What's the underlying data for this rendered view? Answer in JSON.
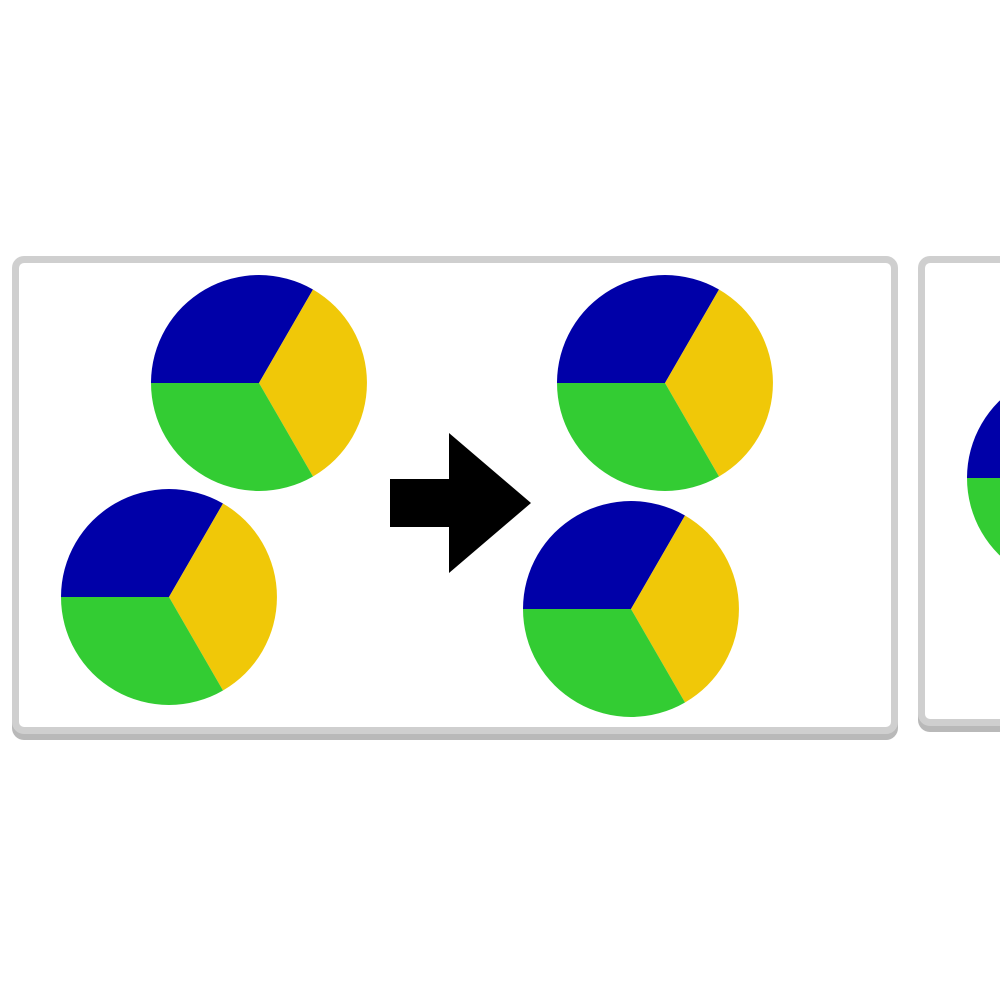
{
  "palette": {
    "blue": "#0000a8",
    "yellow": "#f0c808",
    "green": "#33cc33",
    "card_border": "#cfcfcf",
    "arrow": "#000000"
  },
  "cards": [
    {
      "name": "transition-card-1",
      "before_pies": 2,
      "after_pies": 2,
      "arrow_icon": "right-arrow-icon"
    },
    {
      "name": "transition-card-2",
      "partially_visible": true,
      "pies": 1
    }
  ],
  "pie_segments": [
    {
      "color": "blue",
      "share": 0.333
    },
    {
      "color": "yellow",
      "share": 0.333
    },
    {
      "color": "green",
      "share": 0.334
    }
  ]
}
